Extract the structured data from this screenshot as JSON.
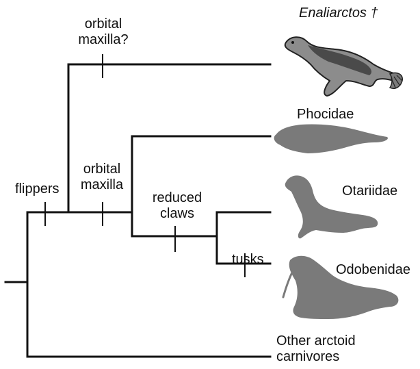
{
  "diagram": {
    "colors": {
      "branch": "#111111",
      "silhouette": "#7a7a7a",
      "background": "#ffffff"
    },
    "taxa": {
      "enaliarctos": "Enaliarctos †",
      "phocidae": "Phocidae",
      "otariidae": "Otariidae",
      "odobenidae": "Odobenidae",
      "outgroup_line1": "Other arctoid",
      "outgroup_line2": "carnivores"
    },
    "characters": {
      "orbital_maxilla_q_line1": "orbital",
      "orbital_maxilla_q_line2": "maxilla?",
      "flippers": "flippers",
      "orbital_maxilla_line1": "orbital",
      "orbital_maxilla_line2": "maxilla",
      "reduced_claws_line1": "reduced",
      "reduced_claws_line2": "claws",
      "tusks": "tusks"
    },
    "icons": [
      "enaliarctos-illustration",
      "seal-silhouette",
      "sea-lion-silhouette",
      "walrus-silhouette"
    ]
  }
}
